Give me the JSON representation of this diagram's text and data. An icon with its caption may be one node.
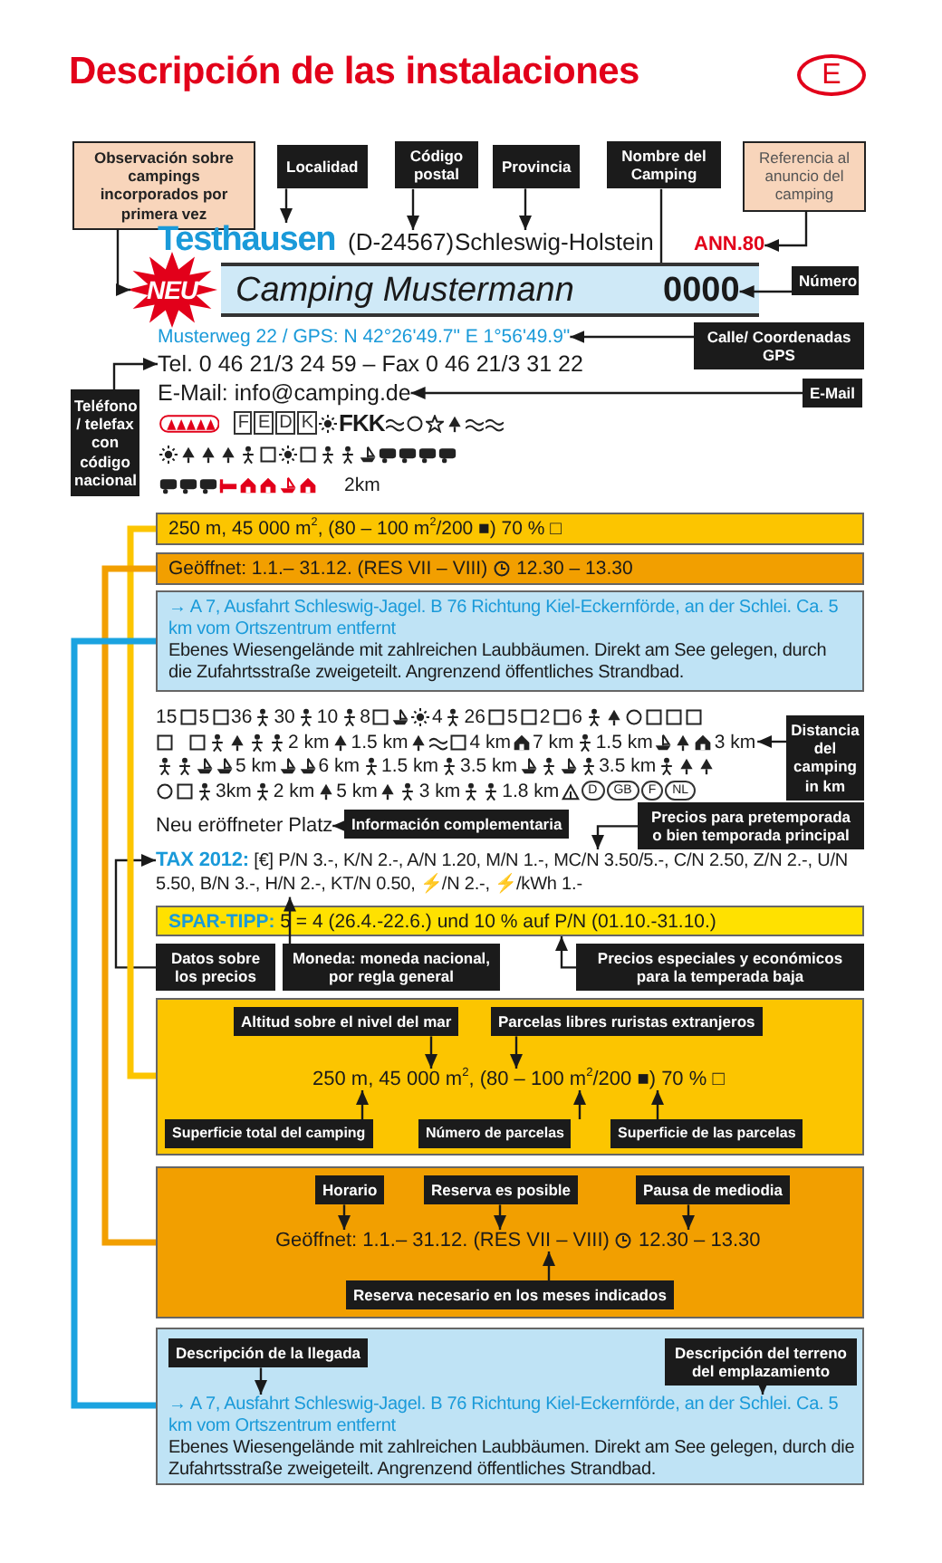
{
  "diagram": {
    "title": "Descripción de las instalaciones",
    "nodes": [
      {
        "text": [
          "Observación sobre campings incorporados por primera vez"
        ]
      },
      {
        "text": [
          "Localidad"
        ]
      },
      {
        "text": [
          "Código postal"
        ]
      },
      {
        "text": [
          "Provincia"
        ]
      },
      {
        "text": [
          "Nombre del Camping"
        ]
      },
      {
        "text": [
          "Referencia al anuncio del camping"
        ]
      },
      {
        "text": [
          "Testhausen"
        ]
      },
      {
        "text": [
          "(D-24567)"
        ]
      },
      {
        "text": [
          "Schleswig-Holstein"
        ]
      },
      {
        "text": [
          "ANN.80"
        ]
      },
      {
        "text": [],
        "shape": "bar"
      },
      {
        "text": [
          "NEU"
        ]
      },
      {
        "text": [
          "Camping Mustermann"
        ],
        "in": 10
      },
      {
        "text": [
          "0000"
        ],
        "in": 10
      },
      {
        "text": [
          "Número"
        ]
      },
      {
        "text": [
          "Musterweg 22 / GPS: N 42°26'49.7\" E 1°56'49.9\""
        ]
      },
      {
        "text": [
          "Tel. 0 46 21/3 24 59 – Fax 0 46 21/3 31 22"
        ]
      },
      {
        "text": [
          "E-Mail: info@camping.de"
        ]
      },
      {
        "text": [
          "Calle/ Coordenadas GPS"
        ]
      },
      {
        "text": [
          "E-Mail"
        ]
      },
      {
        "text": [
          "Teléfono / telefax con código nacional"
        ]
      },
      {
        "text": [
          "250 m, 45 000 m$^{2}$, (80 – 100 m$^{2}$/200 ■) 70 % □"
        ]
      },
      {
        "text": [
          "Geöffnet: 1.1.– 31.12. (RES VII – VIII)",
          "12.30 – 13.30"
        ]
      },
      {
        "text": [
          "→ A 7, Ausfahrt Schleswig-Jagel. B 76 Richtung Kiel-Eckernförde, an der Schlei. Ca. 5 km vom Ortszentrum entfernt",
          "Ebenes Wiesengelände mit zahlreichen Laubbäumen. Direkt am See gelegen, durch die Zufahrtsstraße zweigeteilt. Angrenzend öffentliches Strandbad."
        ]
      },
      {
        "text": [
          "Distancia del camping in km"
        ]
      },
      {
        "text": [
          "Neu eröffneter Platz"
        ]
      },
      {
        "text": [
          "Información complementaria"
        ]
      },
      {
        "text": [
          "Precios para pretemporada o bien temporada principal"
        ]
      },
      {
        "text": [
          "TAX 2012:",
          "[€] P/N 3.-, K/N 2.-, A/N 1.20, M/N 1.-, MC/N 3.50/5.-, C/N 2.50, Z/N 2.-, U/N 5.50, B/N 3.-, H/N 2.-, KT/N 0.50, ⚡/N 2.-, ⚡/kWh 1.-"
        ]
      },
      {
        "text": [
          "**SPAR-TIPP:** 5 = 4 (26.4.-22.6.) und 10 % auf P/N (01.10.-31.10.)"
        ]
      },
      {
        "text": [
          "Datos sobre los precios"
        ]
      },
      {
        "text": [
          "Moneda: moneda nacional, por regla general"
        ]
      },
      {
        "text": [
          "Precios especiales y económicos para la temperada baja"
        ]
      },
      {
        "text": [],
        "shape": "box"
      },
      {
        "text": [
          "Altitud sobre el nivel del mar"
        ],
        "in": 33
      },
      {
        "text": [
          "Parcelas libres ruristas extranjeros"
        ],
        "in": 33
      },
      {
        "text": [
          "250 m, 45 000 m$^{2}$, (80 – 100 m$^{2}$/200 ■) 70 % □"
        ],
        "in": 33
      },
      {
        "text": [
          "Superficie total del camping"
        ],
        "in": 33
      },
      {
        "text": [
          "Número de parcelas"
        ],
        "in": 33
      },
      {
        "text": [
          "Superficie de las parcelas"
        ],
        "in": 33
      },
      {
        "text": [],
        "shape": "box"
      },
      {
        "text": [
          "Horario"
        ],
        "in": 40
      },
      {
        "text": [
          "Reserva es posible"
        ],
        "in": 40
      },
      {
        "text": [
          "Pausa de mediodia"
        ],
        "in": 40
      },
      {
        "text": [
          "Geöffnet: 1.1.– 31.12. (RES VII – VIII)",
          "12.30 – 13.30"
        ],
        "in": 40
      },
      {
        "text": [
          "Reserva necesario en los meses indicados"
        ],
        "in": 40
      },
      {
        "text": [],
        "shape": "box"
      },
      {
        "text": [
          "Descripción de la llegada"
        ],
        "in": 46
      },
      {
        "text": [
          "Descripción del terreno del emplazamiento"
        ],
        "in": 46
      },
      {
        "text": [
          "→ A 7, Ausfahrt Schleswig-Jagel. B 76 Richtung Kiel-Eckernförde, an der Schlei. Ca. 5 km vom Ortszentrum entfernt",
          "Ebenes Wiesengelände mit zahlreichen Laubbäumen. Direkt am See gelegen, durch die Zufahrtsstraße zweigeteilt. Angrenzend öffentliches Strandbad."
        ],
        "in": 46
      },
      {
        "text": [
          "3 km"
        ]
      }
    ],
    "edges": [
      {
        "from": 0,
        "to": 11,
        "arrow": "to"
      },
      {
        "from": 1,
        "to": 6,
        "arrow": "to"
      },
      {
        "from": 2,
        "to": 7,
        "arrow": "to"
      },
      {
        "from": 3,
        "to": 8,
        "arrow": "to"
      },
      {
        "from": 4,
        "to": 10,
        "arrow": "none"
      },
      {
        "from": 5,
        "to": 9,
        "arrow": "to"
      },
      {
        "from": 14,
        "to": 13,
        "arrow": "to"
      },
      {
        "from": 18,
        "to": 15,
        "arrow": "to"
      },
      {
        "from": 20,
        "to": 16,
        "arrow": "to"
      },
      {
        "from": 19,
        "to": 17,
        "arrow": "to"
      },
      {
        "from": 24,
        "to": 50,
        "arrow": "to"
      },
      {
        "from": 26,
        "to": 25,
        "arrow": "to"
      },
      {
        "from": 27,
        "to": 28,
        "arrow": "to"
      },
      {
        "from": 30,
        "to": 28,
        "arrow": "to"
      },
      {
        "from": 31,
        "to": 28,
        "arrow": "to"
      },
      {
        "from": 32,
        "to": 29,
        "arrow": "to"
      },
      {
        "from": 34,
        "to": 36,
        "arrow": "to"
      },
      {
        "from": 35,
        "to": 36,
        "arrow": "to"
      },
      {
        "from": 37,
        "to": 36,
        "arrow": "to"
      },
      {
        "from": 38,
        "to": 36,
        "arrow": "to"
      },
      {
        "from": 39,
        "to": 36,
        "arrow": "to"
      },
      {
        "from": 41,
        "to": 44,
        "arrow": "to"
      },
      {
        "from": 42,
        "to": 44,
        "arrow": "to"
      },
      {
        "from": 43,
        "to": 44,
        "arrow": "to"
      },
      {
        "from": 45,
        "to": 44,
        "arrow": "to"
      },
      {
        "from": 47,
        "to": 49,
        "arrow": "to"
      },
      {
        "from": 48,
        "to": 49,
        "arrow": "to"
      },
      {
        "from": 21,
        "to": 33,
        "arrow": "none",
        "style": "thick",
        "color": "#fcc500"
      },
      {
        "from": 22,
        "to": 40,
        "arrow": "none",
        "style": "thick",
        "color": "#f29f00"
      },
      {
        "from": 23,
        "to": 46,
        "arrow": "none",
        "style": "thick",
        "color": "#1ba3e0"
      }
    ],
    "labels": [
      "E",
      "F",
      "E",
      "D",
      "K",
      "FKK",
      "2km",
      "15",
      "5",
      "36",
      "30",
      "10",
      "8",
      "4",
      "26",
      "5",
      "2",
      "6",
      "2 km",
      "1.5 km",
      "4 km",
      "7 km",
      "1.5 km",
      "5 km",
      "6 km",
      "1.5 km",
      "3.5 km",
      "3.5 km",
      "3km",
      "2 km",
      "5 km",
      "3 km",
      "1.8 km",
      "D",
      "GB",
      "F",
      "NL"
    ]
  }
}
